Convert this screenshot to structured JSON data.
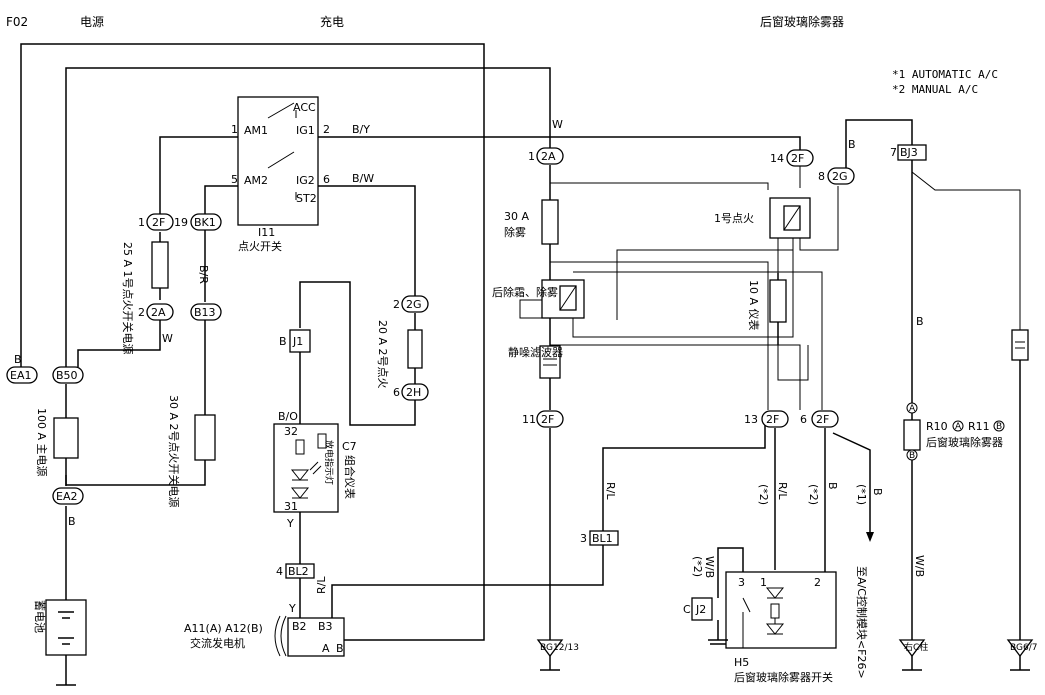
{
  "header": {
    "page_code": "F02",
    "section_power": "电源",
    "section_charging": "充电",
    "section_defogger": "后窗玻璃除雾器"
  },
  "notes": {
    "note1": "*1 AUTOMATIC A/C",
    "note2": "*2 MANUAL A/C"
  },
  "wire_colors": {
    "w_top": "W",
    "by": "B/Y",
    "bw": "B/W",
    "w_left": "W",
    "b_ea1": "B",
    "br": "B/R",
    "b_ea2": "B",
    "b_j1": "B",
    "bo": "B/O",
    "y_c7": "Y",
    "y_bl2": "Y",
    "rl_alt": "R/L",
    "rl_bl1": "R/L",
    "rl_13": "R/L",
    "b_6": "B",
    "b_star1": "B",
    "b_8": "B",
    "b_r10": "B",
    "wb_r10": "W/B",
    "wb_j2": "W/B"
  },
  "ignition": {
    "name": "I11",
    "label": "点火开关",
    "acc": "ACC",
    "am1": "AM1",
    "ig1": "IG1",
    "am2": "AM2",
    "ig2": "IG2",
    "st2": "ST2",
    "pin1": "1",
    "pin2": "2",
    "pin5": "5",
    "pin6": "6"
  },
  "connectors": {
    "c_2f_left": "2F",
    "c_2f_left_pin": "1",
    "c_2a_left": "2A",
    "c_2a_left_pin": "2",
    "c_bk1": "BK1",
    "c_bk1_pin": "19",
    "c_b13": "B13",
    "c_2g_left": "2G",
    "c_2g_left_pin": "2",
    "c_2h": "2H",
    "c_2h_pin": "6",
    "c_ea1": "EA1",
    "c_b50": "B50",
    "c_ea2": "EA2",
    "c_j1": "J1",
    "c_bl2": "BL2",
    "c_bl2_pin": "4",
    "c_2a_r": "2A",
    "c_2a_r_pin": "1",
    "c_2f_14": "2F",
    "c_2f_14_pin": "14",
    "c_2g_8": "2G",
    "c_2g_8_pin": "8",
    "c_bj3": "BJ3",
    "c_bj3_pin": "7",
    "c_2f_11": "2F",
    "c_2f_11_pin": "11",
    "c_2f_13": "2F",
    "c_2f_13_pin": "13",
    "c_2f_6": "2F",
    "c_2f_6_pin": "6",
    "c_bl1": "BL1",
    "c_bl1_pin": "3",
    "c_j2": "J2",
    "c_j2_pin": "C"
  },
  "fuses": {
    "f1": "25 A 1号点火开关电源",
    "f2": "20 A 2号点火",
    "f3": "30 A 2号点火开关电源",
    "main": "100 A 主电源",
    "defog_amp": "30 A",
    "defog_name": "除雾",
    "gauge": "10 A 仪表"
  },
  "components": {
    "battery": "蓄电池",
    "c7_name": "C7",
    "c7_label": "组合仪表",
    "c7_lamp": "放电指示灯",
    "c7_pin32": "32",
    "c7_pin31": "31",
    "alt_name": "A11(A)  A12(B)",
    "alt_label": "交流发电机",
    "alt_b2": "B2",
    "alt_b3": "B3",
    "alt_a": "A",
    "alt_b": "B",
    "relay_ig1": "1号点火",
    "relay_defog": "后除霜、除雾",
    "noise_filter": "静噪滤波器",
    "heater_ref": "R10",
    "heater_ref_a": "A",
    "heater_ref2": "R11",
    "heater_ref_b": "B",
    "heater_label": "后窗玻璃除雾器",
    "h5_name": "H5",
    "h5_label": "后窗玻璃除雾器开关",
    "h5_pin3": "3",
    "h5_pin1": "1",
    "h5_pin2": "2",
    "ac_module": "至A/C控制模块<F26>",
    "star2a": "(*2)",
    "star2b": "(*2)",
    "star1": "(*1)",
    "star2c": "(*2)"
  },
  "grounds": {
    "g1": "BG12/13",
    "g2": "右C柱",
    "g3": "BG6/7"
  }
}
